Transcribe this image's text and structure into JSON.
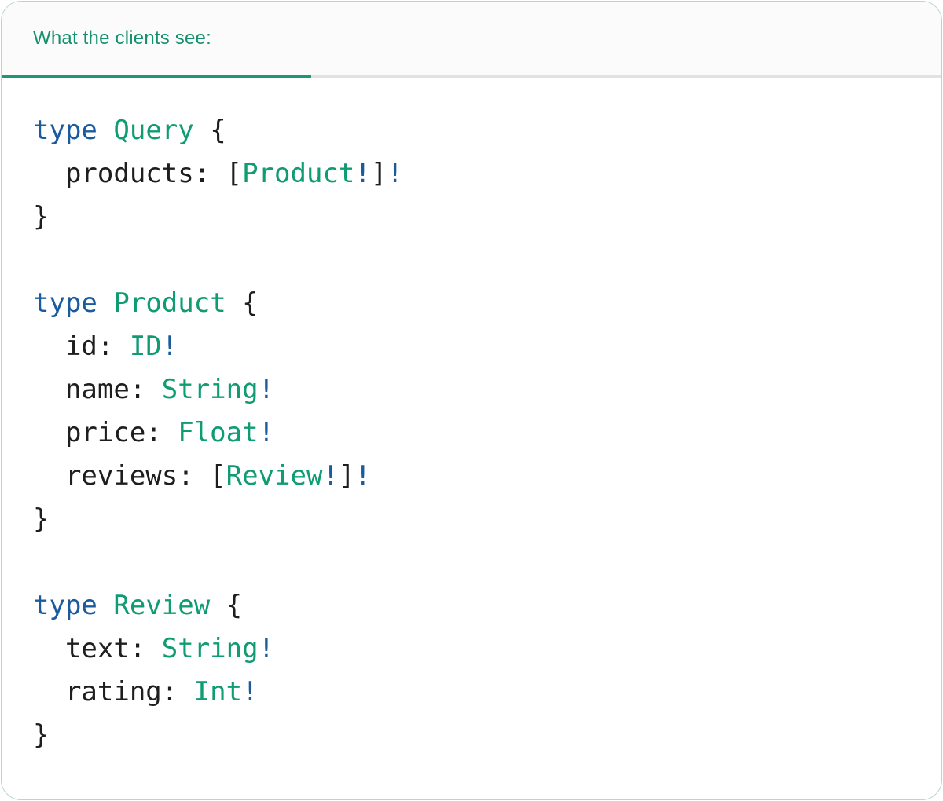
{
  "colors": {
    "accent": "#15906c",
    "underline": "#1a9a74",
    "kw": "#1a5b9e",
    "tp": "#0f9c73",
    "pl": "#1e1e1e",
    "divider": "#e2e2e2",
    "tabbg": "#fbfbfb",
    "cardborder": "#b9d7c7",
    "bodybg": "#ffffff"
  },
  "tab": {
    "label": "What the clients see:"
  },
  "code": {
    "language": "graphql",
    "text": "type Query {\n  products: [Product!]!\n}\n\ntype Product {\n  id: ID!\n  name: String!\n  price: Float!\n  reviews: [Review!]!\n}\n\ntype Review {\n  text: String!\n  rating: Int!\n}",
    "lines": [
      [
        {
          "c": "kw",
          "t": "type"
        },
        {
          "c": "pl",
          "t": " "
        },
        {
          "c": "tp",
          "t": "Query"
        },
        {
          "c": "pl",
          "t": " {"
        }
      ],
      [
        {
          "c": "pl",
          "t": "  products: ["
        },
        {
          "c": "tp",
          "t": "Product"
        },
        {
          "c": "kw",
          "t": "!"
        },
        {
          "c": "pl",
          "t": "]"
        },
        {
          "c": "kw",
          "t": "!"
        }
      ],
      [
        {
          "c": "pl",
          "t": "}"
        }
      ],
      [],
      [
        {
          "c": "kw",
          "t": "type"
        },
        {
          "c": "pl",
          "t": " "
        },
        {
          "c": "tp",
          "t": "Product"
        },
        {
          "c": "pl",
          "t": " {"
        }
      ],
      [
        {
          "c": "pl",
          "t": "  id: "
        },
        {
          "c": "tp",
          "t": "ID"
        },
        {
          "c": "kw",
          "t": "!"
        }
      ],
      [
        {
          "c": "pl",
          "t": "  name: "
        },
        {
          "c": "tp",
          "t": "String"
        },
        {
          "c": "kw",
          "t": "!"
        }
      ],
      [
        {
          "c": "pl",
          "t": "  price: "
        },
        {
          "c": "tp",
          "t": "Float"
        },
        {
          "c": "kw",
          "t": "!"
        }
      ],
      [
        {
          "c": "pl",
          "t": "  reviews: ["
        },
        {
          "c": "tp",
          "t": "Review"
        },
        {
          "c": "kw",
          "t": "!"
        },
        {
          "c": "pl",
          "t": "]"
        },
        {
          "c": "kw",
          "t": "!"
        }
      ],
      [
        {
          "c": "pl",
          "t": "}"
        }
      ],
      [],
      [
        {
          "c": "kw",
          "t": "type"
        },
        {
          "c": "pl",
          "t": " "
        },
        {
          "c": "tp",
          "t": "Review"
        },
        {
          "c": "pl",
          "t": " {"
        }
      ],
      [
        {
          "c": "pl",
          "t": "  text: "
        },
        {
          "c": "tp",
          "t": "String"
        },
        {
          "c": "kw",
          "t": "!"
        }
      ],
      [
        {
          "c": "pl",
          "t": "  rating: "
        },
        {
          "c": "tp",
          "t": "Int"
        },
        {
          "c": "kw",
          "t": "!"
        }
      ],
      [
        {
          "c": "pl",
          "t": "}"
        }
      ]
    ]
  }
}
